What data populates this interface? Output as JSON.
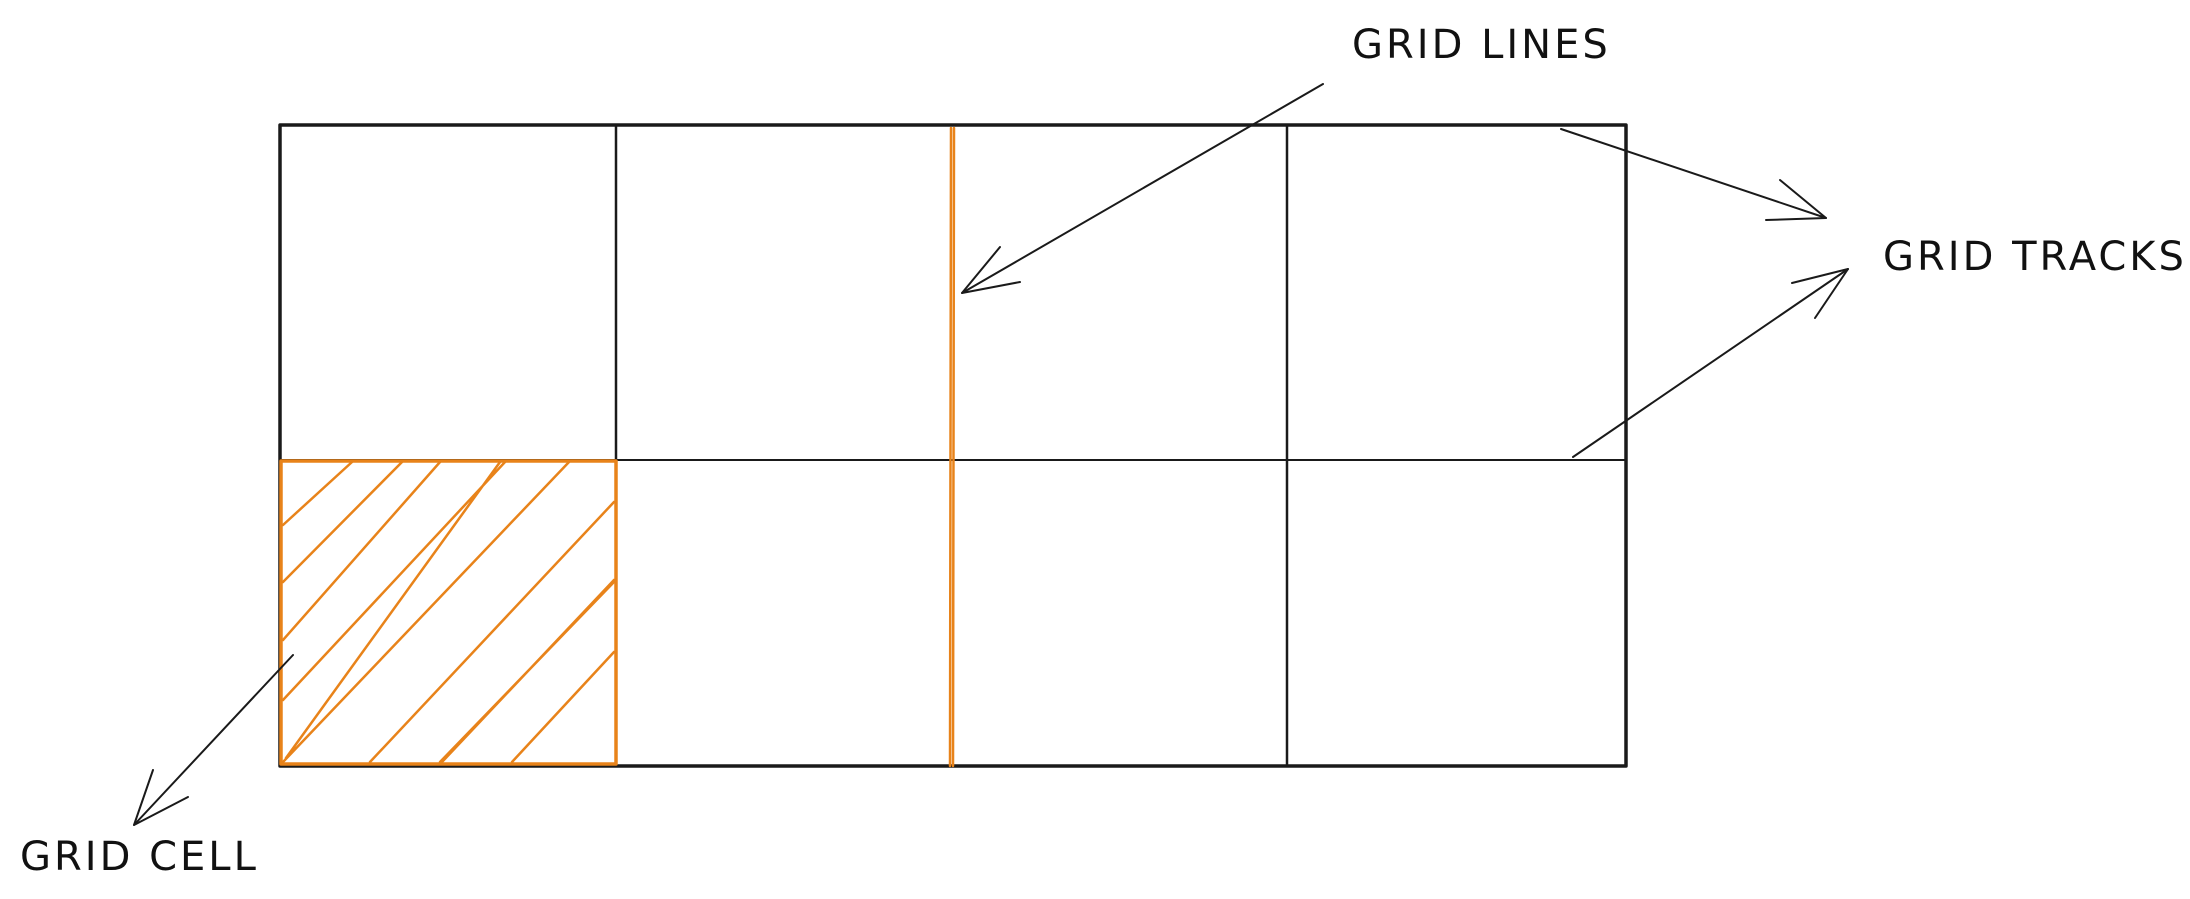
{
  "labels": {
    "grid_lines": "GRID LINES",
    "grid_tracks": "GRID TRACKS",
    "grid_cell": "GRID CELL"
  },
  "grid": {
    "columns": 4,
    "rows": 2
  },
  "colors": {
    "ink": "#1a1a1a",
    "accent": "#e8831a",
    "background": "#ffffff"
  }
}
